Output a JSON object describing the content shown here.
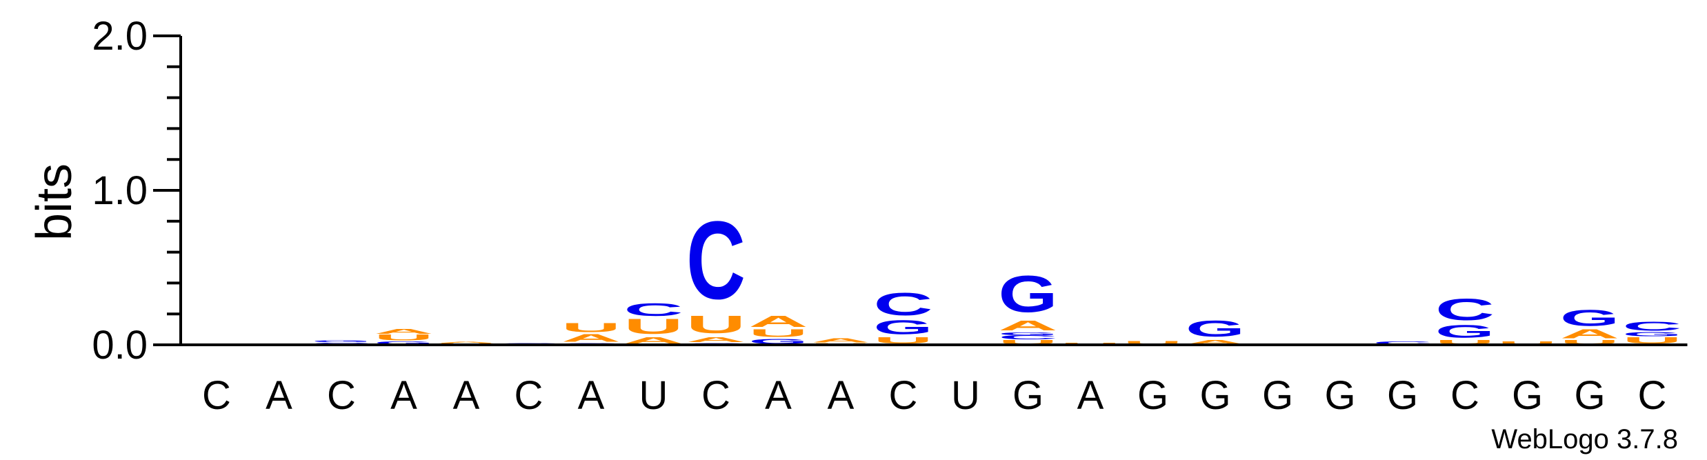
{
  "chart_data": {
    "type": "sequence-logo",
    "ylabel": "bits",
    "ylim": [
      0,
      2.0
    ],
    "yticks": [
      "0.0",
      "1.0",
      "2.0"
    ],
    "colors": {
      "A": "#ff8c00",
      "U": "#ff8c00",
      "C": "#0000ee",
      "G": "#0000ee"
    },
    "positions": [
      {
        "label": "C",
        "stack": []
      },
      {
        "label": "A",
        "stack": []
      },
      {
        "label": "C",
        "stack": [
          {
            "l": "C",
            "h": 0.015
          },
          {
            "l": "G",
            "h": 0.015
          }
        ]
      },
      {
        "label": "A",
        "stack": [
          {
            "l": "G",
            "h": 0.02
          },
          {
            "l": "U",
            "h": 0.045
          },
          {
            "l": "A",
            "h": 0.04
          }
        ]
      },
      {
        "label": "A",
        "stack": [
          {
            "l": "U",
            "h": 0.01
          },
          {
            "l": "A",
            "h": 0.01
          }
        ]
      },
      {
        "label": "C",
        "stack": [
          {
            "l": "C",
            "h": 0.01
          }
        ]
      },
      {
        "label": "A",
        "stack": [
          {
            "l": "G",
            "h": 0.01
          },
          {
            "l": "A",
            "h": 0.06
          },
          {
            "l": "U",
            "h": 0.07
          }
        ]
      },
      {
        "label": "U",
        "stack": [
          {
            "l": "A",
            "h": 0.05
          },
          {
            "l": "U",
            "h": 0.12
          },
          {
            "l": "C",
            "h": 0.1
          }
        ]
      },
      {
        "label": "C",
        "stack": [
          {
            "l": "G",
            "h": 0.01
          },
          {
            "l": "A",
            "h": 0.04
          },
          {
            "l": "U",
            "h": 0.14
          },
          {
            "l": "C",
            "h": 0.62
          }
        ]
      },
      {
        "label": "A",
        "stack": [
          {
            "l": "G",
            "h": 0.04
          },
          {
            "l": "U",
            "h": 0.06
          },
          {
            "l": "A",
            "h": 0.09
          }
        ]
      },
      {
        "label": "A",
        "stack": [
          {
            "l": "U",
            "h": 0.01
          },
          {
            "l": "A",
            "h": 0.03
          }
        ]
      },
      {
        "label": "C",
        "stack": [
          {
            "l": "U",
            "h": 0.05
          },
          {
            "l": "G",
            "h": 0.11
          },
          {
            "l": "C",
            "h": 0.18
          }
        ]
      },
      {
        "label": "U",
        "stack": []
      },
      {
        "label": "G",
        "stack": [
          {
            "l": "U",
            "h": 0.03
          },
          {
            "l": "C",
            "h": 0.03
          },
          {
            "l": "G",
            "h": 0.02
          },
          {
            "l": "A",
            "h": 0.08
          },
          {
            "l": "G",
            "h": 0.29
          }
        ]
      },
      {
        "label": "A",
        "stack": [
          {
            "l": "U",
            "h": 0.015
          }
        ]
      },
      {
        "label": "G",
        "stack": [
          {
            "l": "U",
            "h": 0.025
          }
        ]
      },
      {
        "label": "G",
        "stack": [
          {
            "l": "A",
            "h": 0.03
          },
          {
            "l": "G",
            "h": 0.13
          }
        ]
      },
      {
        "label": "G",
        "stack": []
      },
      {
        "label": "G",
        "stack": []
      },
      {
        "label": "G",
        "stack": [
          {
            "l": "C",
            "h": 0.02
          }
        ]
      },
      {
        "label": "C",
        "stack": [
          {
            "l": "U",
            "h": 0.03
          },
          {
            "l": "G",
            "h": 0.1
          },
          {
            "l": "C",
            "h": 0.17
          }
        ]
      },
      {
        "label": "G",
        "stack": [
          {
            "l": "U",
            "h": 0.02
          }
        ]
      },
      {
        "label": "G",
        "stack": [
          {
            "l": "U",
            "h": 0.03
          },
          {
            "l": "A",
            "h": 0.07
          },
          {
            "l": "G",
            "h": 0.13
          }
        ]
      },
      {
        "label": "C",
        "stack": [
          {
            "l": "U",
            "h": 0.05
          },
          {
            "l": "G",
            "h": 0.03
          },
          {
            "l": "C",
            "h": 0.07
          }
        ]
      }
    ]
  },
  "credit": "WebLogo 3.7.8"
}
